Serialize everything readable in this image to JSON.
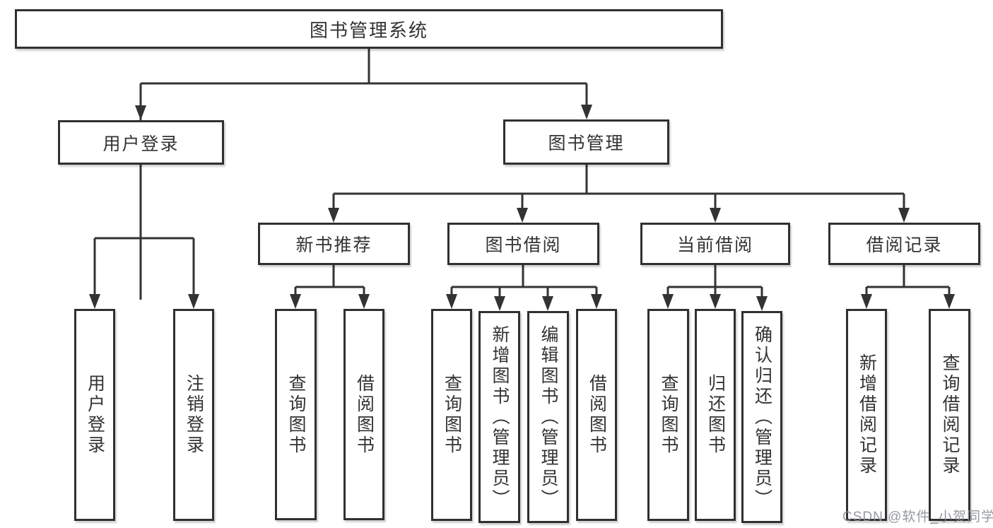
{
  "diagram": {
    "title": "图书管理系统",
    "colors": {
      "line": "#333333",
      "box_border": "#303030",
      "box_background": "#ffffff",
      "text": "#333333",
      "watermark_text_color": "#8a8e98"
    },
    "nodes": [
      {
        "id": "root",
        "label": "图书管理系统",
        "level": 1
      },
      {
        "id": "user-login",
        "label": "用户登录",
        "level": 2
      },
      {
        "id": "book-management",
        "label": "图书管理",
        "level": 2
      },
      {
        "id": "new-book-recommend",
        "label": "新书推荐",
        "level": 3,
        "parent": "book-management"
      },
      {
        "id": "book-borrowing",
        "label": "图书借阅",
        "level": 3,
        "parent": "book-management"
      },
      {
        "id": "current-borrowing",
        "label": "当前借阅",
        "level": 3,
        "parent": "book-management"
      },
      {
        "id": "borrowing-records",
        "label": "借阅记录",
        "level": 3,
        "parent": "book-management"
      },
      {
        "id": "leaf-user-login",
        "label": "用户登录",
        "level": 4,
        "parent": "user-login"
      },
      {
        "id": "leaf-logout",
        "label": "注销登录",
        "level": 4,
        "parent": "user-login"
      },
      {
        "id": "leaf-query-books-1",
        "label": "查询图书",
        "level": 4,
        "parent": "new-book-recommend"
      },
      {
        "id": "leaf-borrow-books-1",
        "label": "借阅图书",
        "level": 4,
        "parent": "new-book-recommend"
      },
      {
        "id": "leaf-query-books-2",
        "label": "查询图书",
        "level": 4,
        "parent": "book-borrowing"
      },
      {
        "id": "leaf-add-books-admin",
        "label": "新增图书（管理员）",
        "level": 4,
        "parent": "book-borrowing"
      },
      {
        "id": "leaf-edit-books-admin",
        "label": "编辑图书（管理员）",
        "level": 4,
        "parent": "book-borrowing"
      },
      {
        "id": "leaf-borrow-books-2",
        "label": "借阅图书",
        "level": 4,
        "parent": "book-borrowing"
      },
      {
        "id": "leaf-query-books-3",
        "label": "查询图书",
        "level": 4,
        "parent": "current-borrowing"
      },
      {
        "id": "leaf-return-books",
        "label": "归还图书",
        "level": 4,
        "parent": "current-borrowing"
      },
      {
        "id": "leaf-confirm-return-admin",
        "label": "确认归还（管理员）",
        "level": 4,
        "parent": "current-borrowing"
      },
      {
        "id": "leaf-add-borrow-record",
        "label": "新增借阅记录",
        "level": 4,
        "parent": "borrowing-records"
      },
      {
        "id": "leaf-query-borrow-record",
        "label": "查询借阅记录",
        "level": 4,
        "parent": "borrowing-records"
      }
    ],
    "watermark": "CSDN @软件_小贺同学"
  }
}
